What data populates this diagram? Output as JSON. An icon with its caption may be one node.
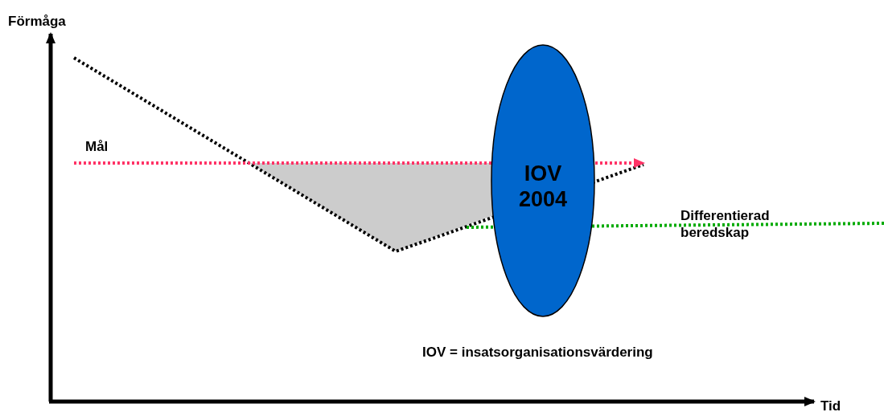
{
  "diagram": {
    "nodes": [
      {
        "text": [
          "IOV 2004"
        ]
      }
    ],
    "edges": [],
    "labels": [
      "Förmåga",
      "Mål",
      "Differentierad beredskap",
      "IOV = insatsorganisationsvärdering",
      "Tid"
    ]
  }
}
